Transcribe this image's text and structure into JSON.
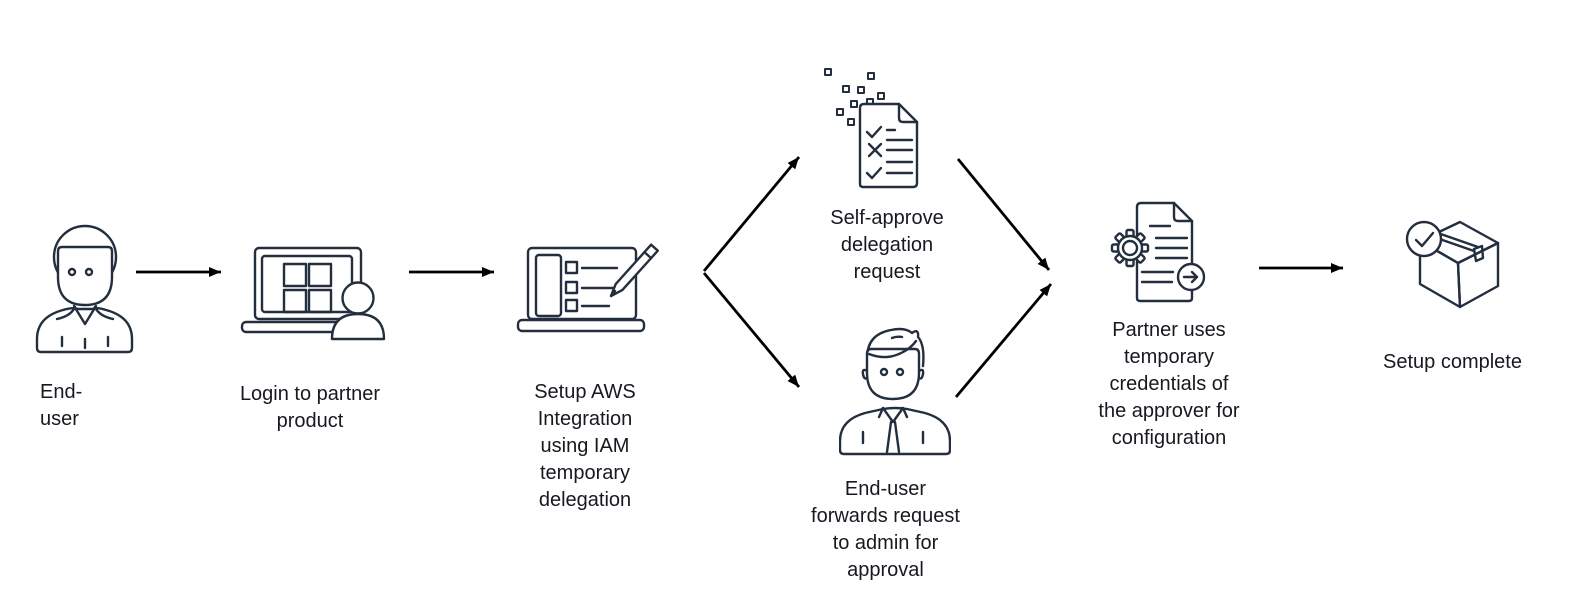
{
  "diagram": {
    "background_color": "#ffffff",
    "icon_stroke_color": "#232f3e",
    "arrow_color": "#000000",
    "text_color": "#16191f",
    "nodes": [
      {
        "id": "end-user",
        "icon": "end-user-person-icon",
        "label": "End-\nuser"
      },
      {
        "id": "login-partner-product",
        "icon": "laptop-apps-user-icon",
        "label": "Login to partner\nproduct"
      },
      {
        "id": "setup-aws-integration",
        "icon": "laptop-checklist-pencil-icon",
        "label": "Setup AWS\nIntegration\nusing IAM\ntemporary\ndelegation"
      },
      {
        "id": "self-approve",
        "icon": "delegation-request-document-icon",
        "label": "Self-approve\ndelegation\nrequest"
      },
      {
        "id": "forward-to-admin",
        "icon": "admin-person-icon",
        "label": "End-user\nforwards request\nto admin for\napproval"
      },
      {
        "id": "partner-credentials",
        "icon": "document-gear-proceed-icon",
        "label": "Partner uses\ntemporary\ncredentials of\nthe approver for\nconfiguration"
      },
      {
        "id": "setup-complete",
        "icon": "package-check-icon",
        "label": "Setup complete"
      }
    ],
    "edges": [
      {
        "from": "end-user",
        "to": "login-partner-product"
      },
      {
        "from": "login-partner-product",
        "to": "setup-aws-integration"
      },
      {
        "from": "setup-aws-integration",
        "to": "self-approve"
      },
      {
        "from": "setup-aws-integration",
        "to": "forward-to-admin"
      },
      {
        "from": "self-approve",
        "to": "partner-credentials"
      },
      {
        "from": "forward-to-admin",
        "to": "partner-credentials"
      },
      {
        "from": "partner-credentials",
        "to": "setup-complete"
      }
    ]
  }
}
